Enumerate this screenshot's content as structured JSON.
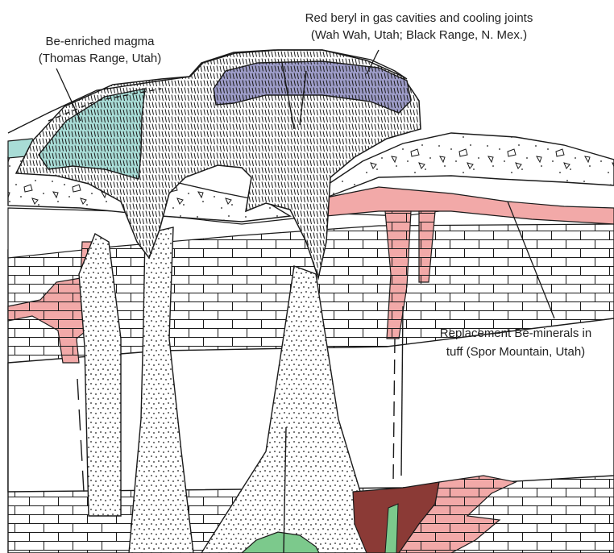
{
  "colors": {
    "magma_teal": "#a8dcd6",
    "red_beryl_purple": "#9d9cc8",
    "replacement_pink": "#f2a9a8",
    "dark_red": "#8b3a36",
    "green_intrusion": "#7cc98c",
    "outline": "#1a1a1a"
  },
  "labels": {
    "be_magma": {
      "line1": "Be-enriched magma",
      "line2": "(Thomas Range, Utah)"
    },
    "red_beryl": {
      "line1": "Red beryl in gas cavities and cooling joints",
      "line2": "(Wah Wah, Utah; Black Range, N. Mex.)"
    },
    "replacement": {
      "line1": "Replacement Be-minerals in",
      "line2": "tuff (Spor Mountain, Utah)"
    }
  }
}
